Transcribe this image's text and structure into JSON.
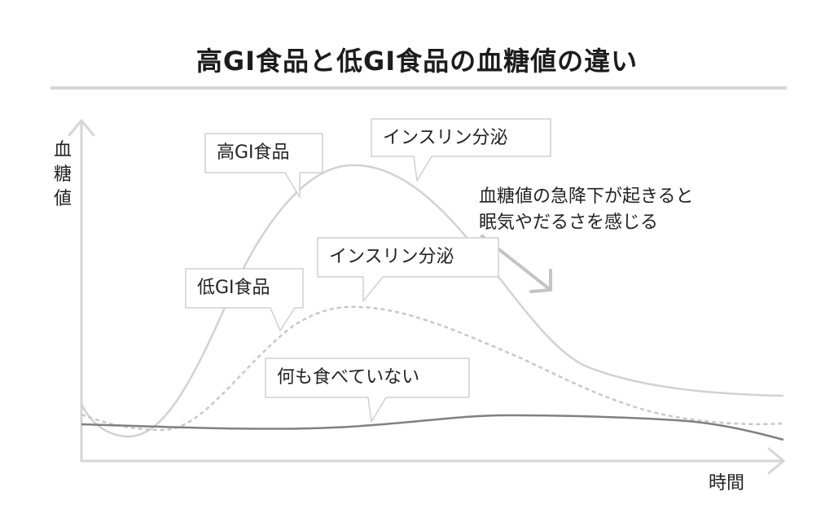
{
  "title": "高GI食品と低GI食品の血糖値の違い",
  "axes": {
    "y_label_chars": [
      "血",
      "糖",
      "値"
    ],
    "x_label": "時間"
  },
  "callouts": {
    "high_gi": "高GI食品",
    "insulin_high": "インスリン分泌",
    "low_gi": "低GI食品",
    "insulin_low": "インスリン分泌",
    "nothing_eaten": "何も食べていない"
  },
  "note": {
    "lines": [
      "血糖値の急降下が起きると",
      "眠気やだるさを感じる"
    ]
  },
  "colors": {
    "high_gi_curve": "#d2d2d2",
    "low_gi_curve": "#c8c8c8",
    "baseline_curve": "#808080",
    "axis": "#d6d6d6",
    "bubble_border": "#d0d0d0"
  }
}
